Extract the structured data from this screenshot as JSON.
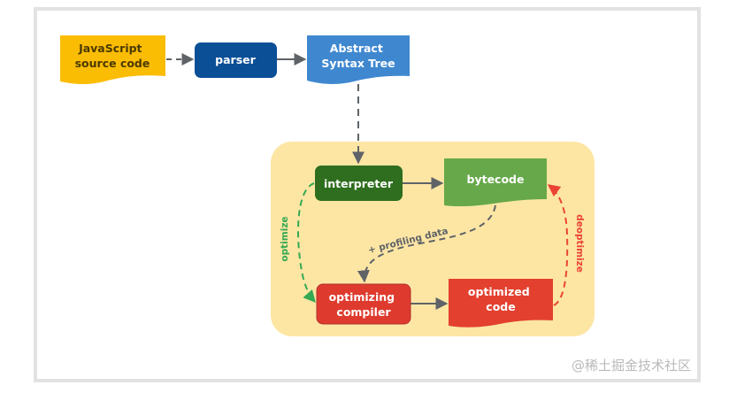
{
  "diagram": {
    "title": "V8 JavaScript compilation pipeline",
    "nodes": {
      "js_source": {
        "lines": [
          "JavaScript",
          "source code"
        ],
        "shape": "document",
        "color": "#fbbc04"
      },
      "parser": {
        "lines": [
          "parser"
        ],
        "shape": "rounded-rect",
        "color": "#0b4f96"
      },
      "ast": {
        "lines": [
          "Abstract",
          "Syntax Tree"
        ],
        "shape": "document",
        "color": "#3f88d0"
      },
      "interpreter": {
        "lines": [
          "interpreter"
        ],
        "shape": "rounded-rect",
        "color": "#2e6e1e"
      },
      "bytecode": {
        "lines": [
          "bytecode"
        ],
        "shape": "document",
        "color": "#66a84a"
      },
      "optimizing_compiler": {
        "lines": [
          "optimizing",
          "compiler"
        ],
        "shape": "rounded-rect",
        "color": "#de3b2e"
      },
      "optimized_code": {
        "lines": [
          "optimized",
          "code"
        ],
        "shape": "document",
        "color": "#e3402f"
      }
    },
    "edges": [
      {
        "from": "js_source",
        "to": "parser",
        "style": "dashed",
        "label": ""
      },
      {
        "from": "parser",
        "to": "ast",
        "style": "solid",
        "label": ""
      },
      {
        "from": "ast",
        "to": "interpreter",
        "style": "dashed",
        "label": ""
      },
      {
        "from": "interpreter",
        "to": "bytecode",
        "style": "solid",
        "label": ""
      },
      {
        "from": "interpreter",
        "to": "optimizing_compiler",
        "style": "dashed",
        "label": "optimize",
        "color": "#34a853"
      },
      {
        "from": "bytecode",
        "to": "optimizing_compiler",
        "style": "dashed",
        "label": "+ profiling data",
        "color": "#5f6368"
      },
      {
        "from": "optimizing_compiler",
        "to": "optimized_code",
        "style": "solid",
        "label": ""
      },
      {
        "from": "optimized_code",
        "to": "bytecode",
        "style": "dashed",
        "label": "deoptimize",
        "color": "#ea4335"
      }
    ],
    "group_background": "#fde6a4",
    "edge_color": "#5f6368"
  },
  "watermark": "@稀土掘金技术社区"
}
